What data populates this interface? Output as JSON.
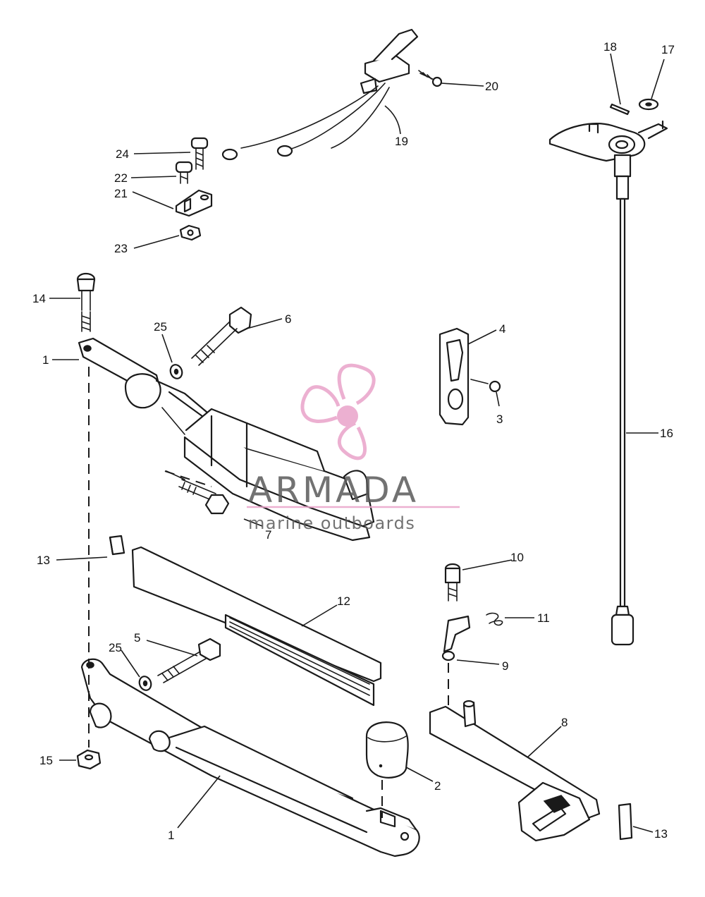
{
  "callouts": {
    "c1_top": "1",
    "c1_bottom": "1",
    "c2": "2",
    "c3": "3",
    "c4": "4",
    "c5": "5",
    "c6": "6",
    "c7": "7",
    "c8": "8",
    "c9": "9",
    "c10": "10",
    "c11": "11",
    "c12": "12",
    "c13_left": "13",
    "c13_right": "13",
    "c14": "14",
    "c15": "15",
    "c16": "16",
    "c17": "17",
    "c18": "18",
    "c19": "19",
    "c20": "20",
    "c21": "21",
    "c22": "22",
    "c23": "23",
    "c24": "24",
    "c25_top": "25",
    "c25_bottom": "25"
  },
  "watermark": {
    "brand": "ARMADA",
    "tagline": "marine outboards",
    "brand_color": "#5a5a5a",
    "accent_color": "#e9a3c9"
  }
}
